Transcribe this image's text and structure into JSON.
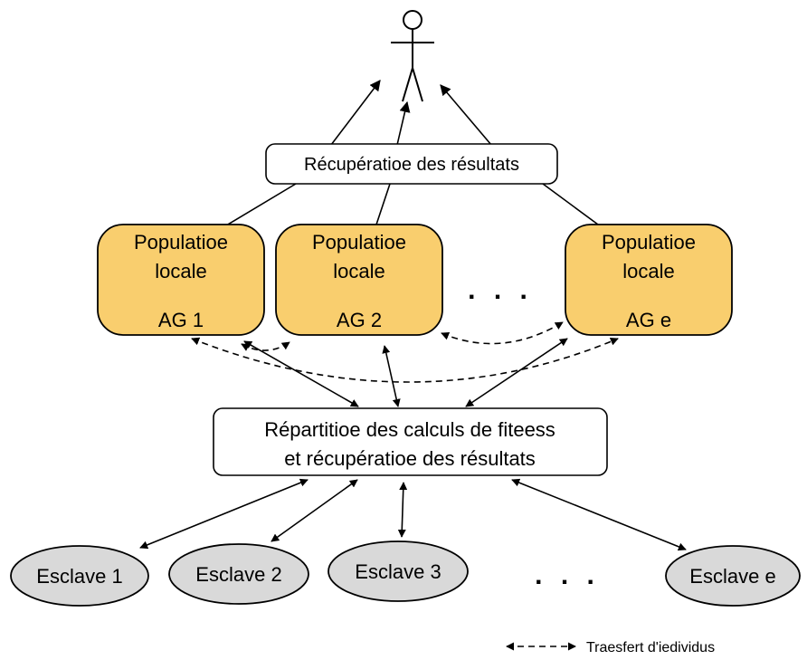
{
  "diagram": {
    "result_box": "Récupératioe des résultats",
    "populations": [
      {
        "line1": "Populatioe",
        "line2": "locale",
        "id": "AG 1"
      },
      {
        "line1": "Populatioe",
        "line2": "locale",
        "id": "AG 2"
      },
      {
        "line1": "Populatioe",
        "line2": "locale",
        "id": "AG e"
      }
    ],
    "population_ellipsis": ". . .",
    "dispatch_box": {
      "line1": "Répartitioe des calculs de fiteess",
      "line2": "et récupératioe des résultats"
    },
    "slaves": [
      "Esclave 1",
      "Esclave 2",
      "Esclave 3",
      "Esclave e"
    ],
    "slave_ellipsis": ". . .",
    "legend": {
      "label": "Traesfert d'iedividus"
    }
  },
  "colors": {
    "population_fill": "#F9CE6E",
    "slave_fill": "#D9D9D9",
    "box_fill": "#FFFFFF",
    "stroke": "#000000"
  },
  "icons": {
    "user": "stick-figure-icon"
  }
}
